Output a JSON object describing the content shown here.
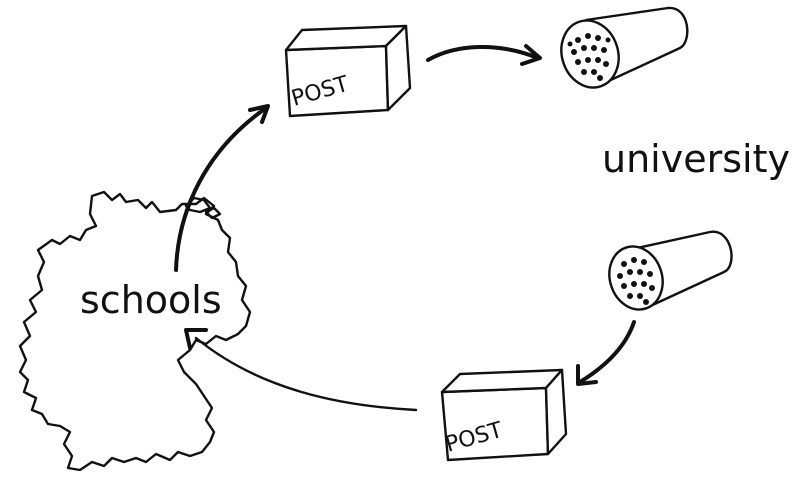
{
  "labels": {
    "schools": "schools",
    "university": "university"
  },
  "boxes": {
    "top": "POST",
    "bottom": "POST"
  },
  "ink_color": "#111111",
  "icons": [
    "germany-map-icon",
    "post-box-icon",
    "sample-tube-icon",
    "arrow-icon"
  ]
}
